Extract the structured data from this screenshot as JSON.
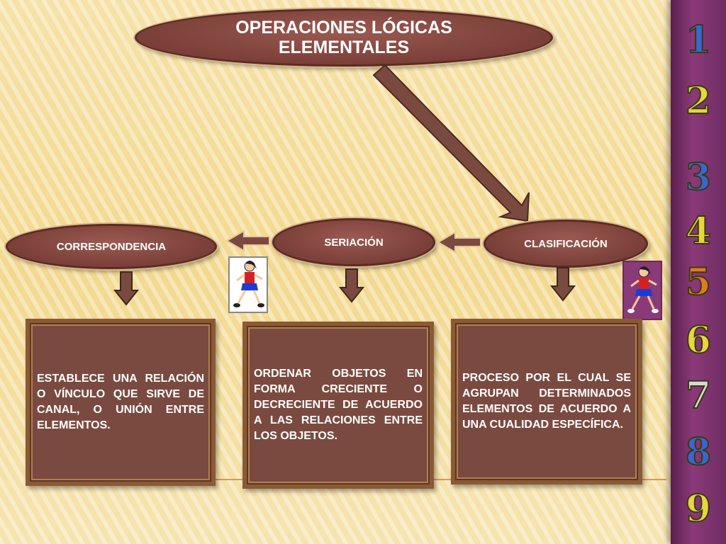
{
  "title": {
    "line1": "OPERACIONES LÓGICAS",
    "line2": "ELEMENTALES"
  },
  "nodes": {
    "correspondencia": {
      "label": "CORRESPONDENCIA"
    },
    "seriacion": {
      "label": "SERIACIÓN"
    },
    "clasificacion": {
      "label": "CLASIFICACIÓN"
    }
  },
  "descriptions": {
    "correspondencia": "ESTABLECE UNA RELACIÓN O VÍNCULO QUE SIRVE DE CANAL, O UNIÓN ENTRE ELEMENTOS.",
    "seriacion": " ORDENAR OBJETOS EN FORMA CRECIENTE O DECRECIENTE DE ACUERDO A LAS RELACIONES ENTRE LOS OBJETOS.",
    "clasificacion": "PROCESO POR EL CUAL SE AGRUPAN DETERMINADOS ELEMENTOS DE ACUERDO A UNA CUALIDAD ESPECÍFICA."
  },
  "side_numbers": [
    "1",
    "2",
    "3",
    "4",
    "5",
    "6",
    "7",
    "8",
    "9"
  ],
  "colors": {
    "node_fill": "#7a3f38",
    "box_fill": "#7a4a40",
    "arrow_fill": "#7a4a40",
    "stripe": "#6f2c63"
  }
}
